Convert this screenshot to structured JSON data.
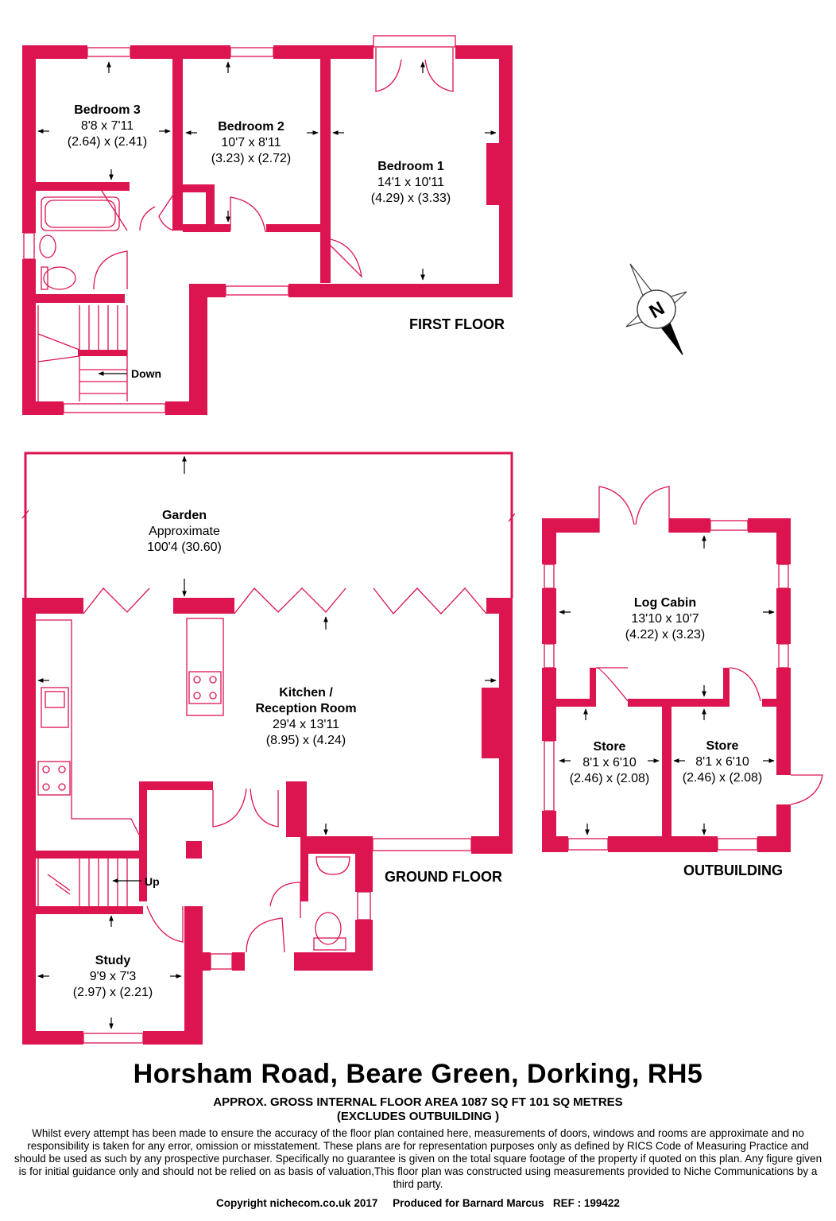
{
  "colors": {
    "wall": "#dc1450",
    "background": "#ffffff",
    "text": "#000000"
  },
  "rooms": {
    "bedroom3": {
      "name": "Bedroom 3",
      "imperial": "8'8 x 7'11",
      "metric": "(2.64) x (2.41)"
    },
    "bedroom2": {
      "name": "Bedroom 2",
      "imperial": "10'7 x 8'11",
      "metric": "(3.23) x (2.72)"
    },
    "bedroom1": {
      "name": "Bedroom 1",
      "imperial": "14'1 x 10'11",
      "metric": "(4.29) x (3.33)"
    },
    "garden": {
      "name": "Garden",
      "note": "Approximate",
      "size": "100'4 (30.60)"
    },
    "kitchen": {
      "name_line1": "Kitchen /",
      "name_line2": "Reception Room",
      "imperial": "29'4 x 13'11",
      "metric": "(8.95) x (4.24)"
    },
    "study": {
      "name": "Study",
      "imperial": "9'9 x 7'3",
      "metric": "(2.97) x (2.21)"
    },
    "log_cabin": {
      "name": "Log Cabin",
      "imperial": "13'10 x 10'7",
      "metric": "(4.22) x (3.23)"
    },
    "store_left": {
      "name": "Store",
      "imperial": "8'1 x 6'10",
      "metric": "(2.46) x (2.08)"
    },
    "store_right": {
      "name": "Store",
      "imperial": "8'1 x 6'10",
      "metric": "(2.46) x (2.08)"
    }
  },
  "stairs": {
    "down": "Down",
    "up": "Up"
  },
  "floors": {
    "first": "FIRST FLOOR",
    "ground": "GROUND FLOOR",
    "outbuilding": "OUTBUILDING"
  },
  "compass": {
    "letter": "N",
    "icon": "compass-rose-icon"
  },
  "footer": {
    "address": "Horsham Road, Beare Green, Dorking, RH5",
    "area_line1": "APPROX. GROSS INTERNAL FLOOR AREA 1087 SQ FT 101 SQ METRES",
    "area_line2": "(EXCLUDES OUTBUILDING )",
    "disclaimer": "Whilst every attempt has been made to ensure the accuracy of the floor plan contained here, measurements of doors, windows and rooms are approximate and no responsibility is taken for any error, omission or misstatement. These plans are for representation purposes only as defined by RICS Code of Measuring Practice and should be used as such by any prospective purchaser.  Specifically no guarantee is given on the total square footage of the property if quoted on this plan. Any figure given is for initial guidance only and should not be relied on as basis of valuation,This floor plan was constructed using measurements provided to Niche Communications by a third party.",
    "copyright": "Copyright nichecom.co.uk 2017     Produced for Barnard Marcus   REF : 199422"
  }
}
